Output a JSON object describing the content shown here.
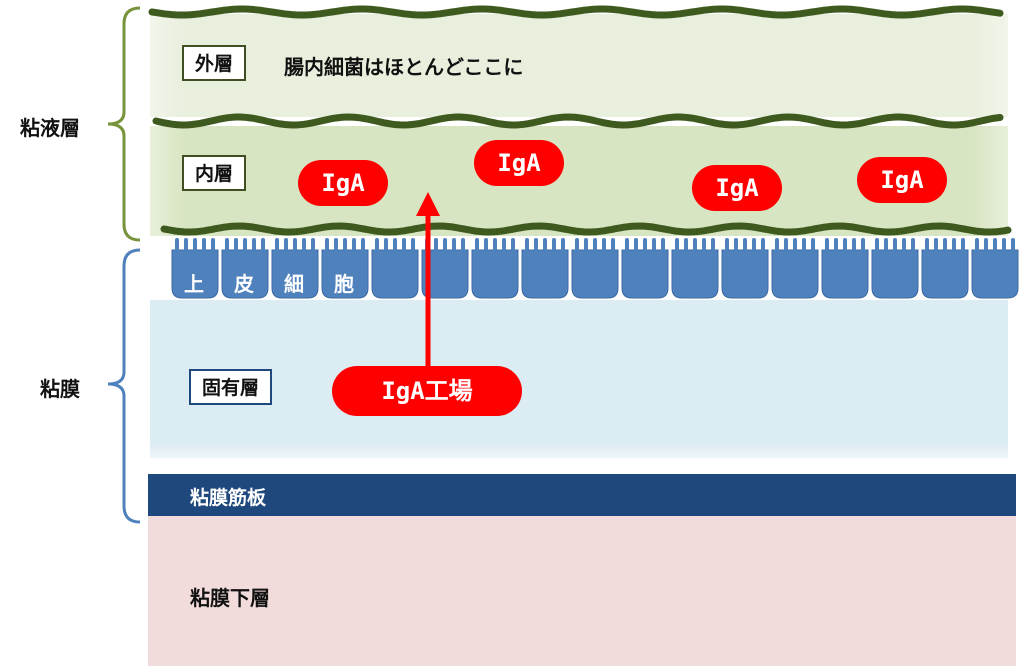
{
  "layers": {
    "mucus_label": "粘液層",
    "mucosa_label": "粘膜",
    "outer_layer": "外層",
    "outer_desc": "腸内細菌はほとんどここに",
    "inner_layer": "内層",
    "epithelium_chars": [
      "上",
      "皮",
      "細",
      "胞"
    ],
    "lamina_propria": "固有層",
    "muscularis": "粘膜筋板",
    "submucosa": "粘膜下層"
  },
  "iga": {
    "label": "IgA",
    "factory": "IgA工場"
  },
  "colors": {
    "mucus_bracket": "#77933c",
    "mucosa_bracket": "#4f81bd",
    "wavy_line": "#3f5a1e",
    "epithelium": "#4f81bd",
    "iga_red": "#ff0000",
    "muscularis": "#1f497d",
    "submucosa": "#f2dcdb"
  }
}
